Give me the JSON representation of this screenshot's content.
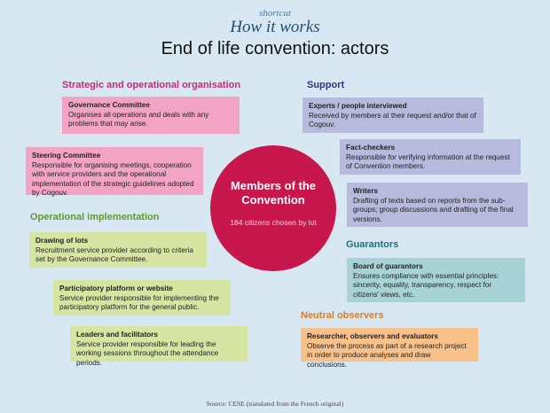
{
  "header": {
    "kicker": "shortcut",
    "subtitle": "How it works",
    "title": "End of life convention: actors"
  },
  "center": {
    "title_line1": "Members of the",
    "title_line2": "Convention",
    "subtitle": "184 citizens chosen by lot"
  },
  "strategic": {
    "heading": "Strategic and operational organisation",
    "governance": {
      "title": "Governance Committee",
      "text": "Organises all operations and deals with any problems that may arise."
    },
    "steering": {
      "title": "Steering Committee",
      "text": "Responsible for organising meetings, cooperation with service providers and the operational implementation of the strategic guidelines adopted by Cogouv."
    }
  },
  "operational": {
    "heading": "Operational implementation",
    "lots": {
      "title": "Drawing of lots",
      "text": "Recruitment service provider according to criteria set by the Governance Committee."
    },
    "platform": {
      "title": "Participatory platform or website",
      "text": "Service provider responsible for implementing the participatory platform for the general public."
    },
    "leaders": {
      "title": "Leaders and facilitators",
      "text": "Service provider responsible for leading the working sessions throughout the attendance periods."
    }
  },
  "support": {
    "heading": "Support",
    "experts": {
      "title": "Experts / people interviewed",
      "text": "Received by members at their request and/or that of Cogouv."
    },
    "factcheckers": {
      "title": "Fact-checkers",
      "text": "Responsible for verifying information at the request of Convention members."
    },
    "writers": {
      "title": "Writers",
      "text": "Drafting of texts based on reports from the sub-groups; group discussions and drafting of the final versions."
    }
  },
  "guarantors": {
    "heading": "Guarantors",
    "board": {
      "title": "Board of guarantors",
      "text": "Ensures compliance with essential principles: sincerity, equality, transparency, respect for citizens' views, etc."
    }
  },
  "neutral": {
    "heading": "Neutral observers",
    "researchers": {
      "title": "Researcher, observers and evaluators",
      "text": "Observe the process as part of a research project in order to produce analyses and draw conclusions."
    }
  },
  "footer": {
    "source": "Source: CESE (translated from the French original)"
  },
  "colors": {
    "background": "#d8e8f2",
    "circle": "#c8174d",
    "strategic": "#c7287a",
    "support": "#2d3580",
    "operational": "#5e9a2e",
    "guarantors": "#1f6f75",
    "neutral": "#e07b1e"
  }
}
